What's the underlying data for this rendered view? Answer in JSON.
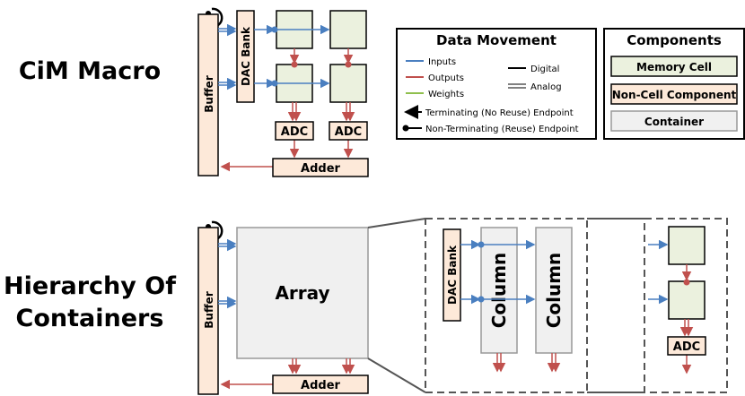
{
  "titles": {
    "cim_macro": "CiM Macro",
    "hierarchy_line1": "Hierarchy Of",
    "hierarchy_line2": "Containers"
  },
  "blocks": {
    "buffer": "Buffer",
    "dac_bank": "DAC Bank",
    "adc": "ADC",
    "adder": "Adder",
    "array": "Array",
    "column": "Column"
  },
  "legend_data_movement": {
    "title": "Data Movement",
    "inputs": "Inputs",
    "outputs": "Outputs",
    "weights": "Weights",
    "digital": "Digital",
    "analog": "Analog",
    "terminating": "Terminating (No Reuse) Endpoint",
    "non_terminating": "Non-Terminating (Reuse) Endpoint"
  },
  "legend_components": {
    "title": "Components",
    "memory_cell": "Memory Cell",
    "non_cell": "Non-Cell Component",
    "container": "Container"
  },
  "colors": {
    "input_blue": "#4a7fc0",
    "output_red": "#c0504d",
    "weight_green": "#8fbf4d",
    "memory_cell_fill": "#ebf1de",
    "non_cell_fill": "#fde9d9",
    "container_fill": "#f0f0f0"
  }
}
